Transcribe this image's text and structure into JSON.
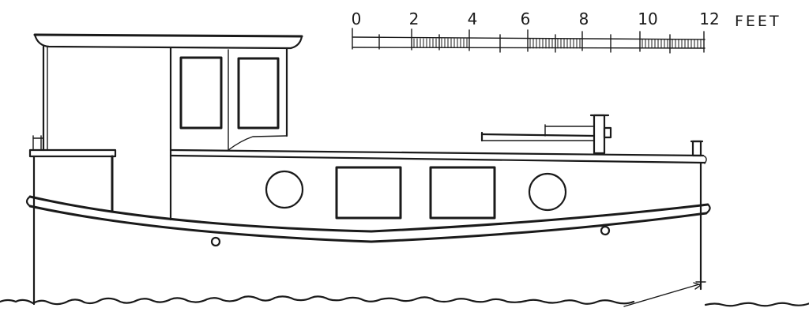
{
  "drawing": {
    "subject": "side elevation sketch of a small cabin boat",
    "ink_color": "#1a1a1a",
    "paper_color": "#ffffff"
  },
  "scale_bar": {
    "labels": [
      "0",
      "2",
      "4",
      "6",
      "8",
      "10",
      "12"
    ],
    "unit": "FEET"
  }
}
